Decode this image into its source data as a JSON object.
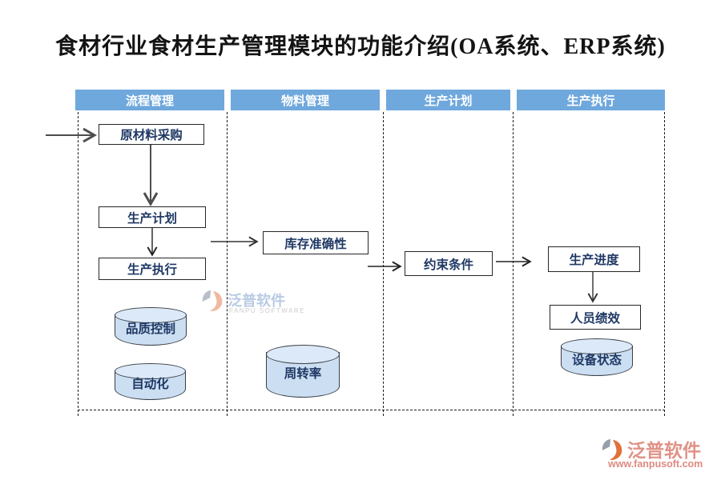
{
  "title": "食材行业食材生产管理模块的功能介绍(OA系统、ERP系统)",
  "columns": [
    {
      "header": "流程管理"
    },
    {
      "header": "物料管理"
    },
    {
      "header": "生产计划"
    },
    {
      "header": "生产执行"
    }
  ],
  "nodes": {
    "raw_material": "原材料采购",
    "production_plan": "生产计划",
    "production_exec": "生产执行",
    "quality_control": "品质控制",
    "automation": "自动化",
    "inventory_accuracy": "库存准确性",
    "turnover_rate": "周转率",
    "constraints": "约束条件",
    "production_progress": "生产进度",
    "personnel_performance": "人员绩效",
    "equipment_status": "设备状态"
  },
  "watermark": {
    "brand": "泛普软件",
    "subtitle": "FANPU SOFTWARE"
  },
  "footer": {
    "brand": "泛普软件",
    "url": "www.fanpusoft.com"
  },
  "colors": {
    "header_blue": "#6FA8DC",
    "node_text_navy": "#1F3864",
    "cylinder_fill": "#CBDEF2",
    "border_black": "#262626",
    "brand_salmon": "#E09287",
    "logo_orange": "#E2703A",
    "logo_grey": "#97A0AA"
  }
}
